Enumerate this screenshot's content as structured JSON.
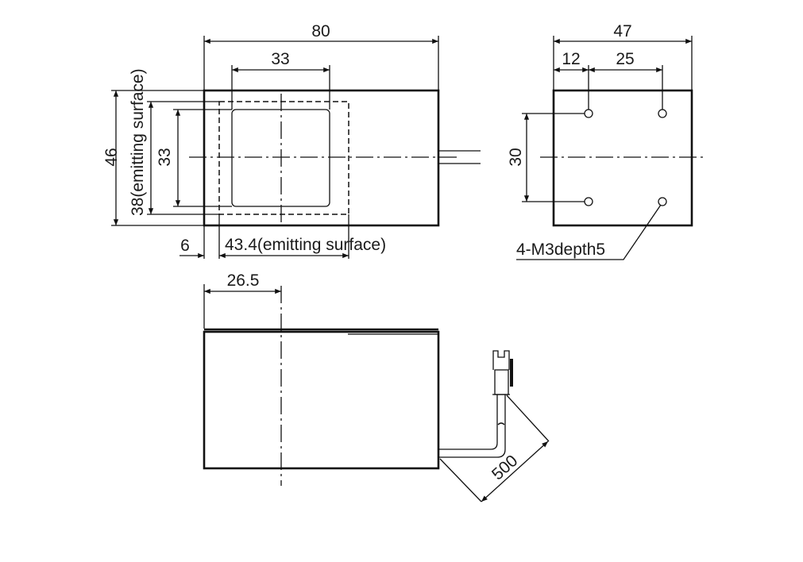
{
  "front_view": {
    "width": "80",
    "window_width": "33",
    "height": "46",
    "emitting_height": "38(emitting surface)",
    "window_height": "33",
    "offset": "6",
    "emitting_width": "43.4(emitting surface)"
  },
  "side_view": {
    "width": "47",
    "hole_offset": "12",
    "hole_spacing_x": "25",
    "hole_spacing_y": "30",
    "hole_callout": "4-M3depth5"
  },
  "bottom_view": {
    "center_offset": "26.5",
    "cable_length": "500"
  },
  "colors": {
    "line": "#111111",
    "background": "#ffffff"
  }
}
